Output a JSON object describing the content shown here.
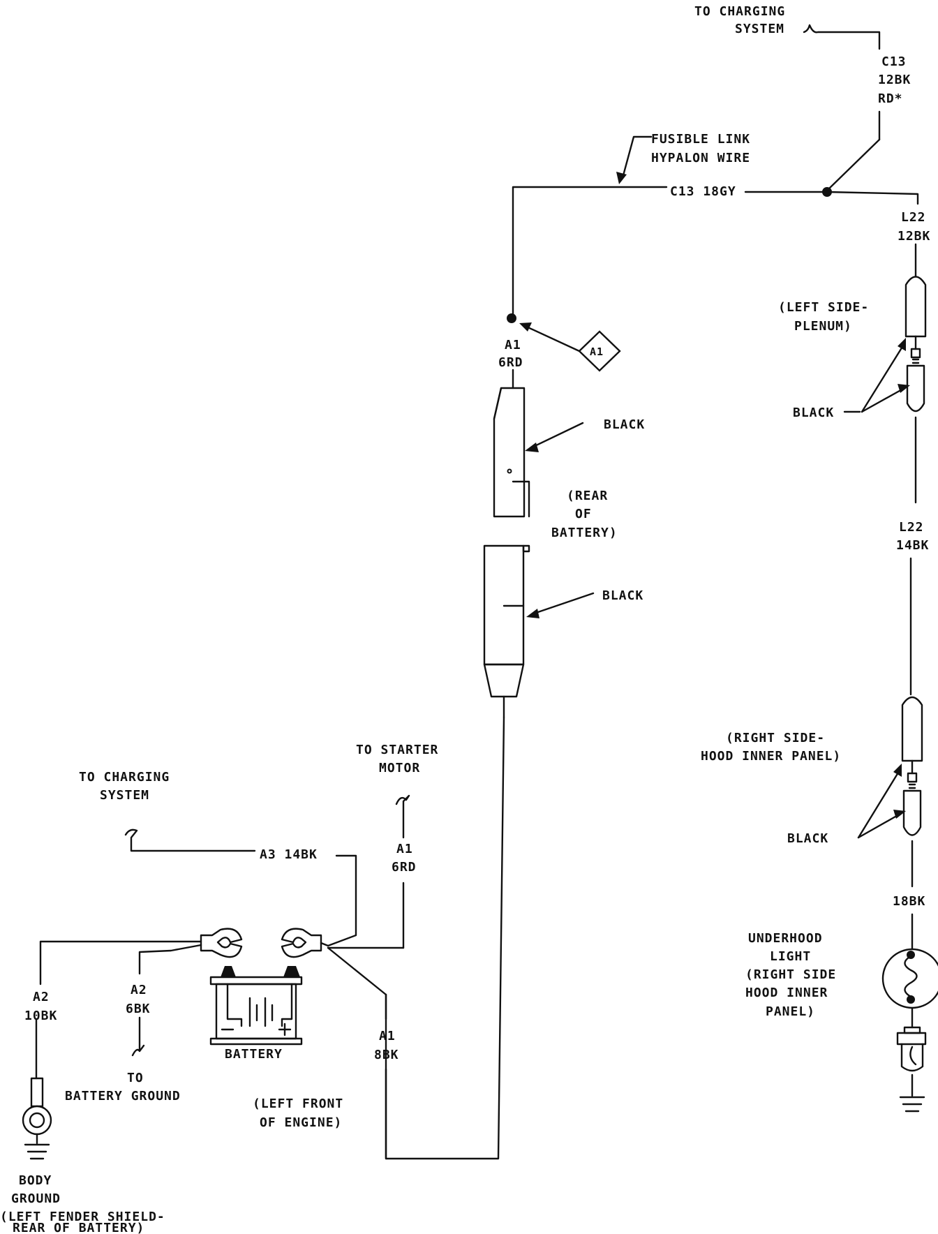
{
  "labels": {
    "top_charging_1": "TO CHARGING",
    "top_charging_2": "SYSTEM",
    "c13_top_1": "C13",
    "c13_top_2": "12BK",
    "c13_top_3": "RD*",
    "fusible_1": "FUSIBLE LINK",
    "fusible_2": "HYPALON WIRE",
    "c13_18gy": "C13 18GY",
    "l22_12bk_1": "L22",
    "l22_12bk_2": "12BK",
    "plenum_1": "(LEFT SIDE-",
    "plenum_2": "PLENUM)",
    "black_left_top": "BLACK",
    "a1_6rd_1": "A1",
    "a1_6rd_2": "6RD",
    "a1_diamond": "A1",
    "black_conn1": "BLACK",
    "rear_batt_1": "(REAR",
    "rear_batt_2": "OF",
    "rear_batt_3": "BATTERY)",
    "black_conn2": "BLACK",
    "l22_14bk_1": "L22",
    "l22_14bk_2": "14BK",
    "hood_panel_1": "(RIGHT SIDE-",
    "hood_panel_2": "HOOD INNER PANEL)",
    "black_right_bottom": "BLACK",
    "bk18": "18BK",
    "underhood_1": "UNDERHOOD",
    "underhood_2": "LIGHT",
    "underhood_3": "(RIGHT SIDE",
    "underhood_4": "HOOD INNER",
    "underhood_5": "PANEL)",
    "starter_1": "TO STARTER",
    "starter_2": "MOTOR",
    "left_charging_1": "TO CHARGING",
    "left_charging_2": "SYSTEM",
    "a3_14bk": "A3 14BK",
    "a1_6rd_b_1": "A1",
    "a1_6rd_b_2": "6RD",
    "a2_10bk_1": "A2",
    "a2_10bk_2": "10BK",
    "a2_6bk_1": "A2",
    "a2_6bk_2": "6BK",
    "battery": "BATTERY",
    "batt_ground_1": "TO",
    "batt_ground_2": "BATTERY GROUND",
    "a1_8bk_1": "A1",
    "a1_8bk_2": "8BK",
    "left_front_1": "(LEFT FRONT",
    "left_front_2": "OF ENGINE)",
    "body_ground_1": "BODY",
    "body_ground_2": "GROUND",
    "fender_1": "(LEFT FENDER SHIELD-",
    "fender_2": "REAR OF BATTERY)"
  }
}
